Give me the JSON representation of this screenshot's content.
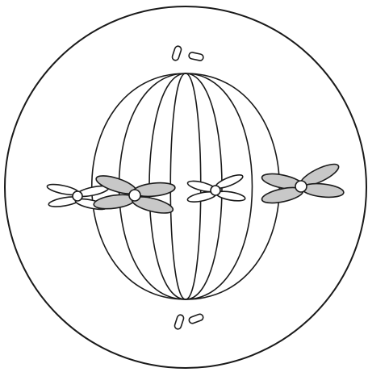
{
  "colors": {
    "background": "#ffffff",
    "stroke": "#1a1a1a",
    "chromatid_unshaded": "#ffffff",
    "chromatid_shaded": "#c8c8c8",
    "centromere": "#ffffff"
  },
  "structures": {
    "cell_membrane": "circle",
    "spindle_fibers": "meridians",
    "centrioles": [
      "top-pair",
      "bottom-pair"
    ],
    "chromosomes": [
      {
        "shading": "unshaded",
        "size": "small"
      },
      {
        "shading": "shaded",
        "size": "large"
      },
      {
        "shading": "unshaded",
        "size": "small"
      },
      {
        "shading": "shaded",
        "size": "large"
      }
    ]
  }
}
